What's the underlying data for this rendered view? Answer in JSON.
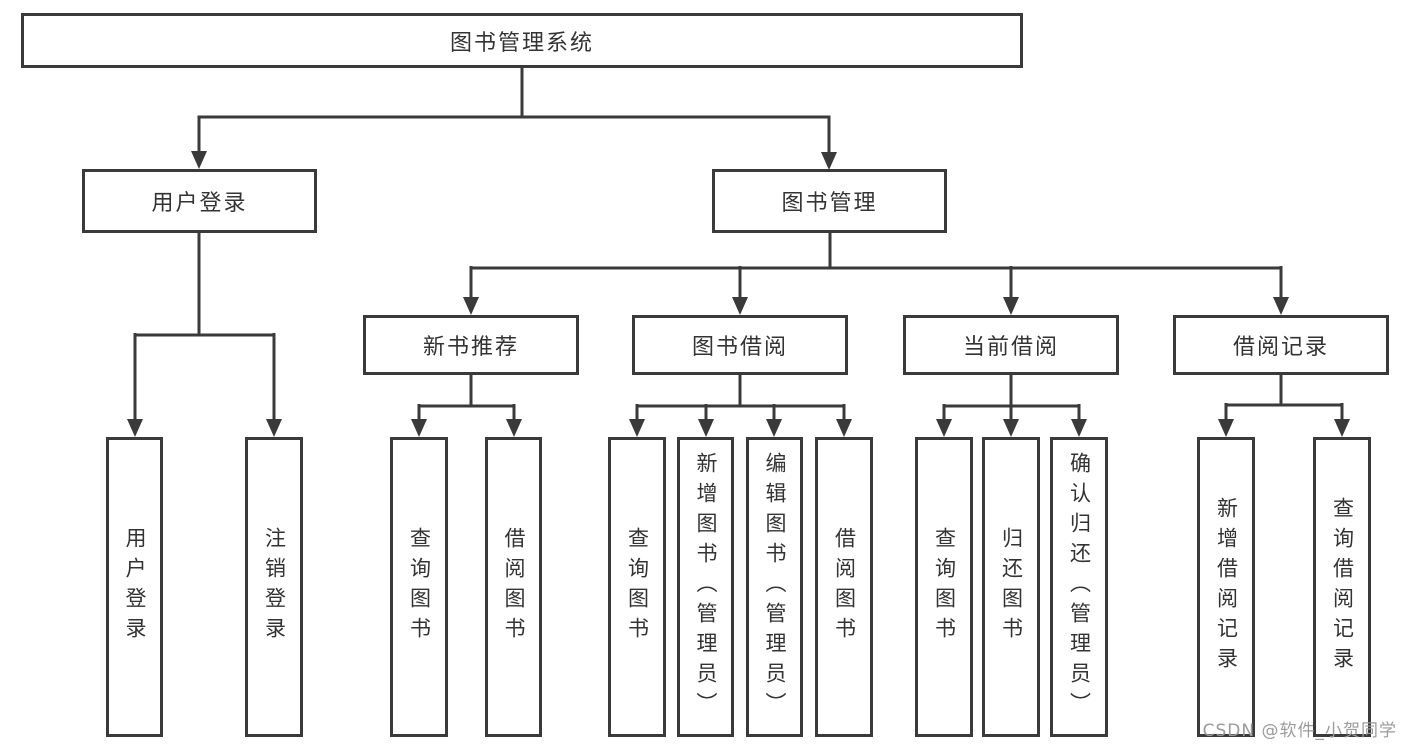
{
  "nodes": {
    "root": "图书管理系统",
    "level1": {
      "user_login": "用户登录",
      "book_management": "图书管理"
    },
    "level2": {
      "new_book_recommend": "新书推荐",
      "book_borrowing": "图书借阅",
      "current_borrowing": "当前借阅",
      "borrowing_records": "借阅记录"
    },
    "leaves": {
      "user_login": "用户登录",
      "logout": "注销登录",
      "recommend_query_books": "查询图书",
      "recommend_borrow_books": "借阅图书",
      "borrowing_query_books": "查询图书",
      "borrowing_add_books": "新增图书（管理员）",
      "borrowing_edit_books": "编辑图书（管理员）",
      "borrowing_borrow_books": "借阅图书",
      "current_query_books": "查询图书",
      "current_return_books": "归还图书",
      "current_confirm_return": "确认归还（管理员）",
      "records_add_record": "新增借阅记录",
      "records_query_record": "查询借阅记录"
    }
  },
  "colors": {
    "line": "#3a3a3a",
    "text": "#333333",
    "watermark": "#9b9b9b"
  },
  "watermark": "CSDN @软件_小贺同学"
}
